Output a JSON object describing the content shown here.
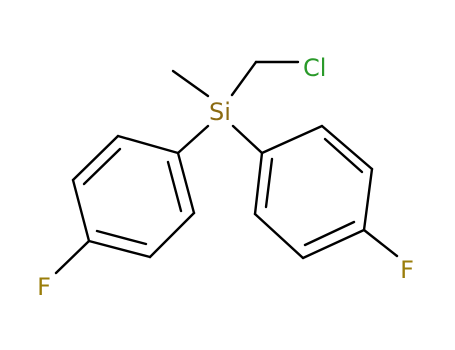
{
  "diagram_type": "skeletal chemical structure",
  "atoms": {
    "silicon": {
      "label": "Si",
      "color": "#8b6b12"
    },
    "chlorine": {
      "label": "Cl",
      "color": "#2a9a2a"
    },
    "fluorine_left": {
      "label": "F",
      "color": "#9a7d0a"
    },
    "fluorine_right": {
      "label": "F",
      "color": "#9a7d0a"
    }
  },
  "bond_color": "#000000",
  "background": "#ffffff"
}
